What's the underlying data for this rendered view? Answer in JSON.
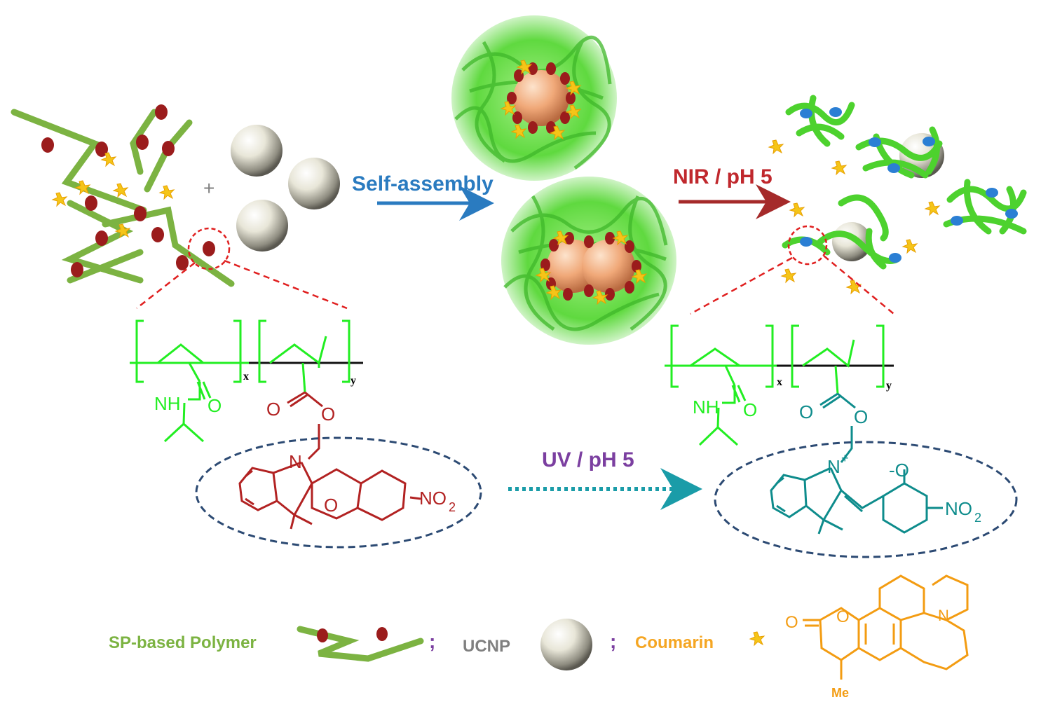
{
  "arrows": {
    "self_assembly": "Self-assembly",
    "nir_ph": "NIR / pH 5",
    "uv_ph": "UV / pH 5"
  },
  "reactants": {
    "plus": "+"
  },
  "polymer_left": {
    "sub_x": "x",
    "sub_y": "y",
    "nh": "NH",
    "o_amide": "O",
    "o_ester1": "O",
    "o_ester2": "O",
    "n_indoline": "N",
    "o_pyran": "O",
    "no2": "NO",
    "no2_sub": "2"
  },
  "polymer_right": {
    "sub_x": "x",
    "sub_y": "y",
    "nh": "NH",
    "o_amide": "O",
    "o_ester1": "O",
    "o_ester2": "O",
    "n_plus": "N",
    "plus_sign": "+",
    "o_minus": "-O",
    "no2": "NO",
    "no2_sub": "2"
  },
  "legend": {
    "sp_polymer": "SP-based Polymer",
    "sep1": ";",
    "ucnp": "UCNP",
    "sep2": ";",
    "coumarin": "Coumarin",
    "coumarin_o1": "O",
    "coumarin_o2": "O",
    "coumarin_n": "N",
    "coumarin_me": "Me"
  },
  "colors": {
    "polymer_green": "#7cb342",
    "bright_green": "#22ee22",
    "sp_red": "#b22222",
    "mc_teal": "#0e8c8c",
    "arrow_blue": "#2a7bc0",
    "arrow_darkred": "#a52a2a",
    "uv_purple": "#7b3fa0",
    "dash_navy": "#2c4a73",
    "coumarin_orange": "#f39c12",
    "ucnp_gray": "#808080",
    "star_yellow": "#f5c518"
  }
}
